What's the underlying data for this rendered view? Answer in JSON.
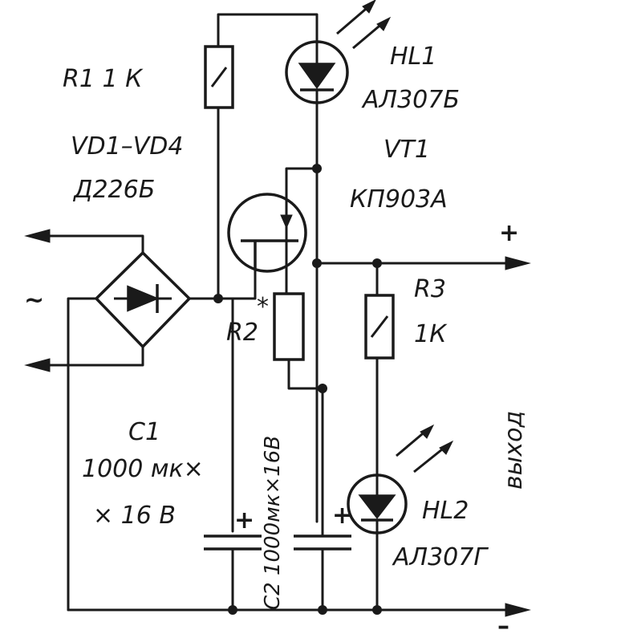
{
  "labels": {
    "r1": "R1  1 К",
    "hl1_name": "HL1",
    "hl1_type": "АЛ307Б",
    "vd_name": "VD1–VD4",
    "vd_type": "Д226Б",
    "vt1_name": "VT1",
    "vt1_type": "КП903А",
    "plus_out": "+",
    "minus_out": "–",
    "r3_name": "R3",
    "r3_value": "1К",
    "r2_name": "R2",
    "r2_star": "*",
    "ac_symbol": "~",
    "c1_name": "C1",
    "c1_value_1": "1000 мк×",
    "c1_value_2": "× 16 В",
    "c2_value": "C2 1000мк×16В",
    "hl2_name": "HL2",
    "hl2_type": "АЛ307Г",
    "output": "выход",
    "c1_plus": "+",
    "c2_plus": "+"
  },
  "colors": {
    "ink": "#1a1a1a",
    "paper": "#ffffff"
  }
}
